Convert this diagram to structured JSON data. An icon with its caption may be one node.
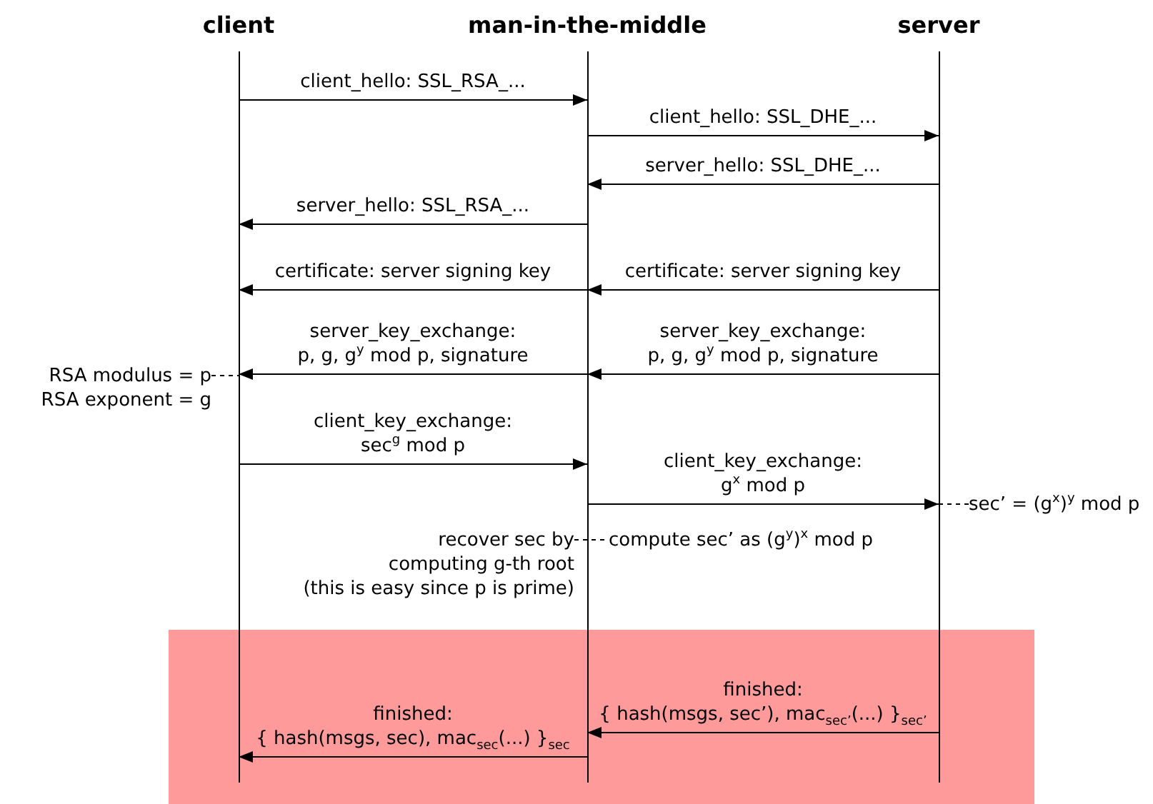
{
  "diagram": {
    "nodes": [
      {
        "text": [
          "client"
        ]
      },
      {
        "text": [
          "man-in-the-middle"
        ]
      },
      {
        "text": [
          "server"
        ]
      },
      {
        "text": [
          "RSA modulus = p RSA exponent = g"
        ]
      },
      {
        "text": [
          "sec’ = (g$^{x}$)$^{y}$ mod p"
        ]
      },
      {
        "text": [
          "recover sec by computing g-th root (this is easy since p is prime)"
        ]
      },
      {
        "text": [
          "compute sec’ as (g$^{y}$)$^{x}$ mod p"
        ]
      }
    ],
    "edges": [
      {
        "from": 0,
        "to": 1,
        "arrow": "to",
        "label": "client_hello: SSL_RSA_..."
      },
      {
        "from": 1,
        "to": 2,
        "arrow": "to",
        "label": "client_hello: SSL_DHE_..."
      },
      {
        "from": 2,
        "to": 1,
        "arrow": "to",
        "label": "server_hello: SSL_DHE_..."
      },
      {
        "from": 1,
        "to": 0,
        "arrow": "to",
        "label": "server_hello: SSL_RSA_..."
      },
      {
        "from": 1,
        "to": 0,
        "arrow": "to",
        "label": "certificate: server signing key"
      },
      {
        "from": 2,
        "to": 1,
        "arrow": "to",
        "label": "certificate: server signing key"
      },
      {
        "from": 1,
        "to": 0,
        "arrow": "to",
        "label": "server_key_exchange: p, g, g$^{y}$ mod p, signature"
      },
      {
        "from": 2,
        "to": 1,
        "arrow": "to",
        "label": "server_key_exchange: p, g, g$^{y}$ mod p, signature"
      },
      {
        "from": 0,
        "to": 1,
        "arrow": "to",
        "label": "client_key_exchange: sec$^{g}$ mod p"
      },
      {
        "from": 1,
        "to": 2,
        "arrow": "to",
        "label": "client_key_exchange: g$^{x}$ mod p"
      },
      {
        "from": 3,
        "to": 0,
        "arrow": "none",
        "style": "dashed"
      },
      {
        "from": 4,
        "to": 2,
        "arrow": "none",
        "style": "dashed"
      },
      {
        "from": 5,
        "to": 6,
        "arrow": "none",
        "style": "dashed"
      },
      {
        "from": 2,
        "to": 1,
        "arrow": "to",
        "label": "finished: { hash(msgs, sec’), mac$_{sec’}$(...) }$_{sec’}$"
      },
      {
        "from": 1,
        "to": 0,
        "arrow": "to",
        "label": "finished: { hash(msgs, sec), mac$_{sec}$(...) }$_{sec}$"
      }
    ]
  }
}
